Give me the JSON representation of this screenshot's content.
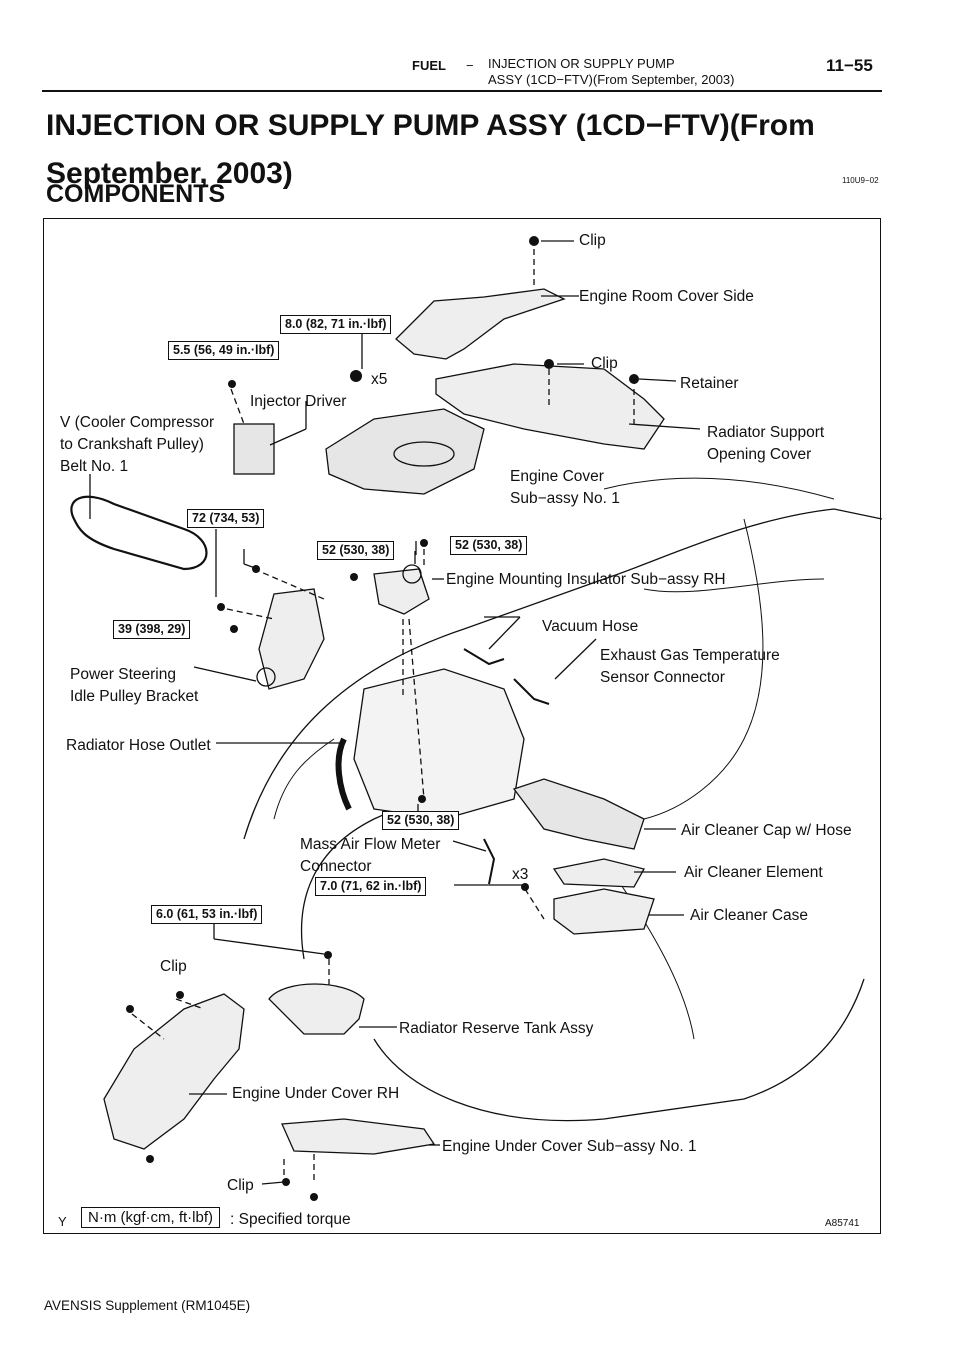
{
  "header": {
    "section": "FUEL",
    "dash": "−",
    "line1": "INJECTION OR SUPPLY PUMP",
    "line2": "ASSY (1CD−FTV)(From September, 2003)",
    "page": "11−55"
  },
  "title": "INJECTION OR SUPPLY PUMP ASSY (1CD−FTV)(From September, 2003)",
  "subtitle": "COMPONENTS",
  "figure_code": "110U9−02",
  "figure": {
    "labels": {
      "clip_top": "Clip",
      "engine_room_cover_side": "Engine Room Cover Side",
      "clip_mid": "Clip",
      "retainer": "Retainer",
      "x5": "x5",
      "injector_driver": "Injector Driver",
      "v_belt_1": "V (Cooler Compressor",
      "v_belt_2": "to Crankshaft   Pulley)",
      "v_belt_3": "Belt No. 1",
      "radiator_support_1": "Radiator  Support",
      "radiator_support_2": "Opening Cover",
      "engine_cover_1": "Engine Cover",
      "engine_cover_2": "Sub−assy No. 1",
      "mounting_insulator": "Engine Mounting Insulator Sub−assy RH",
      "vacuum_hose": "Vacuum Hose",
      "exhaust_gas_1": "Exhaust Gas Temperature",
      "exhaust_gas_2": "Sensor Connector",
      "ps_idle_1": "Power Steering",
      "ps_idle_2": "Idle Pulley Bracket",
      "radiator_hose_outlet": "Radiator Hose Outlet",
      "air_cleaner_cap": "Air Cleaner Cap w/ Hose",
      "maf_1": "Mass  Air  Flow  Meter",
      "maf_2": "Connector",
      "x3": "x3",
      "air_cleaner_element": "Air Cleaner Element",
      "air_cleaner_case": "Air Cleaner Case",
      "clip_lower": "Clip",
      "reserve_tank": "Radiator Reserve Tank Assy",
      "under_cover_rh": "Engine Under Cover RH",
      "under_cover_no1": "Engine Under Cover Sub−assy No. 1",
      "clip_bottom": "Clip",
      "legend_text": ": Specified torque",
      "corner_y": "Y",
      "figure_id": "A85741"
    },
    "torques": {
      "t80": "8.0 (82, 71 in.·lbf)",
      "t55": "5.5 (56, 49 in.·lbf)",
      "t72": "72 (734, 53)",
      "t52a": "52 (530, 38)",
      "t52b": "52 (530, 38)",
      "t39": "39 (398, 29)",
      "t52c": "52 (530, 38)",
      "t70": "7.0 (71, 62 in.·lbf)",
      "t60": "6.0 (61, 53 in.·lbf)",
      "legend_unit": "N·m (kgf·cm, ft·lbf)"
    }
  },
  "footer": "AVENSIS Supplement   (RM1045E)"
}
